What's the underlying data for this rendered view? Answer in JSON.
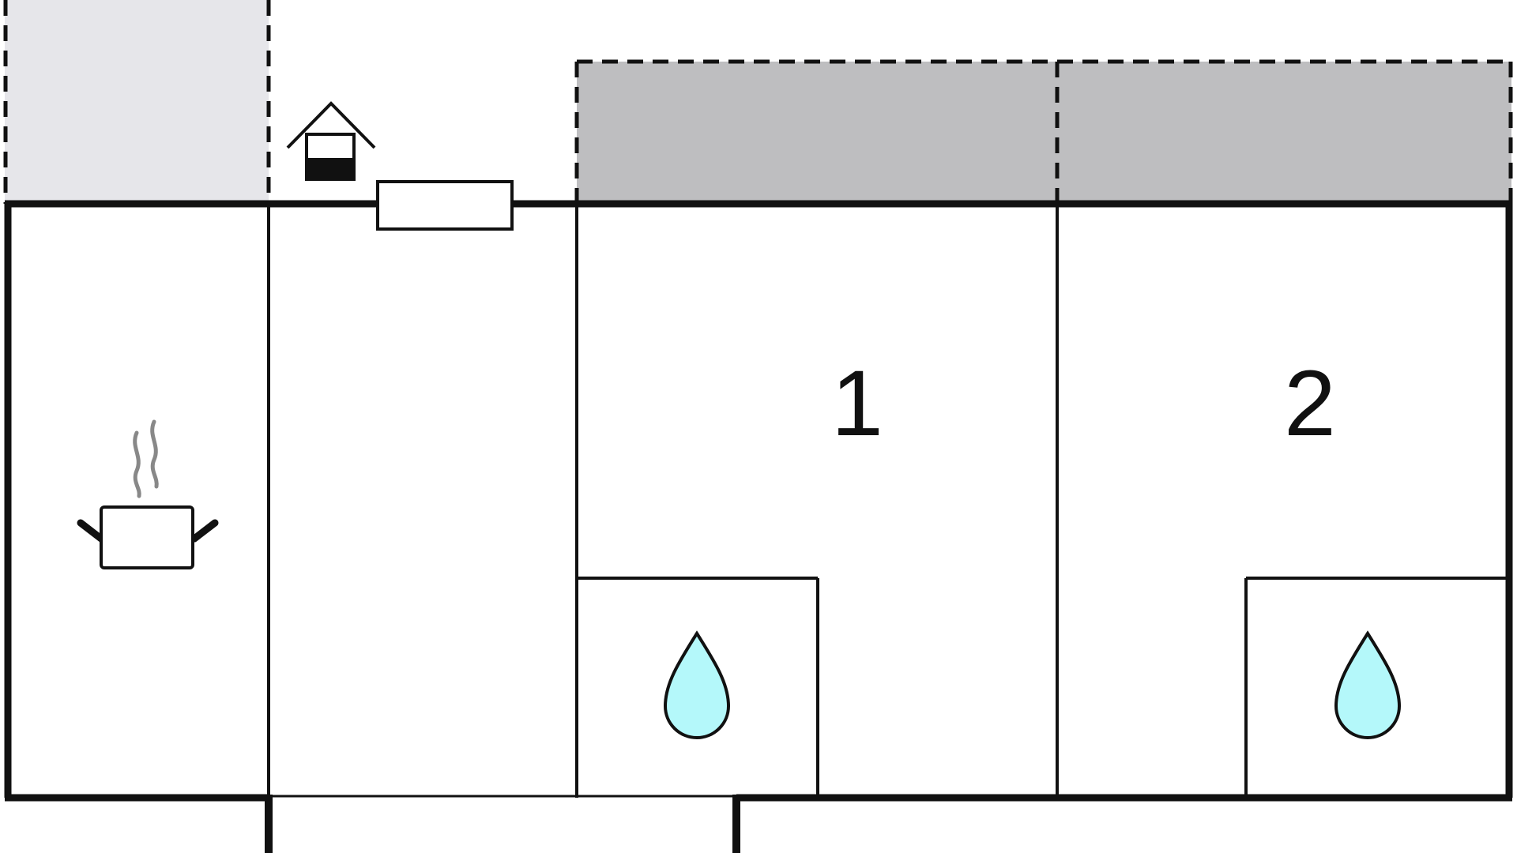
{
  "floor_plan": {
    "rooms": [
      {
        "name": "kitchen",
        "icon": "cooking-pot-icon"
      },
      {
        "name": "hall",
        "icon": null
      },
      {
        "name": "bedroom-1",
        "label": "1",
        "icon": null
      },
      {
        "name": "bedroom-2",
        "label": "2",
        "icon": null
      },
      {
        "name": "bathroom-1",
        "icon": "water-drop-icon"
      },
      {
        "name": "bathroom-2",
        "icon": "water-drop-icon"
      }
    ],
    "outdoor_areas": [
      {
        "name": "terrace-left",
        "fill": "#E6E6EA"
      },
      {
        "name": "terrace-right",
        "fill": "#BEBEC0"
      }
    ],
    "fixtures": [
      {
        "name": "fireplace",
        "icon": "fireplace-icon"
      },
      {
        "name": "window",
        "icon": "window-icon"
      }
    ],
    "colors": {
      "wall": "#111111",
      "water_drop": "#B4F8FA",
      "steam": "#888888",
      "terrace_light": "#E6E6EA",
      "terrace_dark": "#BEBEC0"
    }
  }
}
